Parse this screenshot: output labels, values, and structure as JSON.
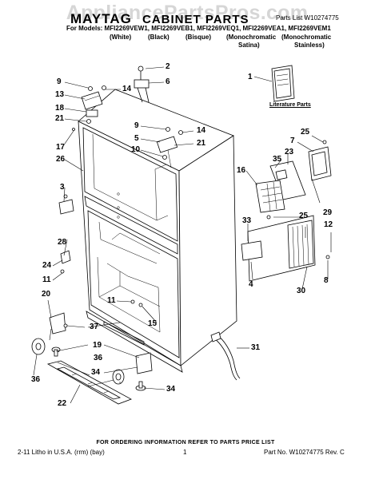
{
  "watermark": "AppliancePartsPros.com",
  "header": {
    "brand": "MAYTAG",
    "title": "CABINET PARTS",
    "part_number_short": "Parts List W10274775",
    "models_line": "For Models: MFI2269VEW1, MFI2269VEB1, MFI2269VEQ1, MFI2269VEA1, MFI2269VEM1",
    "variants": [
      {
        "line1": "(White)",
        "line2": ""
      },
      {
        "line1": "(Black)",
        "line2": ""
      },
      {
        "line1": "(Bisque)",
        "line2": ""
      },
      {
        "line1": "(Monochromatic",
        "line2": "Satina)"
      },
      {
        "line1": "(Monochromatic",
        "line2": "Stainless)"
      }
    ]
  },
  "literature_label": "Literature Parts",
  "callouts": [
    "1",
    "2",
    "3",
    "4",
    "5",
    "6",
    "7",
    "8",
    "9",
    "10",
    "11",
    "12",
    "13",
    "14",
    "15",
    "16",
    "17",
    "18",
    "19",
    "20",
    "21",
    "22",
    "23",
    "24",
    "25",
    "26",
    "28",
    "29",
    "30",
    "31",
    "33",
    "34",
    "35",
    "36",
    "37"
  ],
  "footer": {
    "order_note": "FOR ORDERING INFORMATION REFER TO PARTS PRICE LIST",
    "litho": "2-11 Litho in U.S.A. (rrm) (bay)",
    "page": "1",
    "part_no": "Part No. W10274775 Rev. C"
  }
}
